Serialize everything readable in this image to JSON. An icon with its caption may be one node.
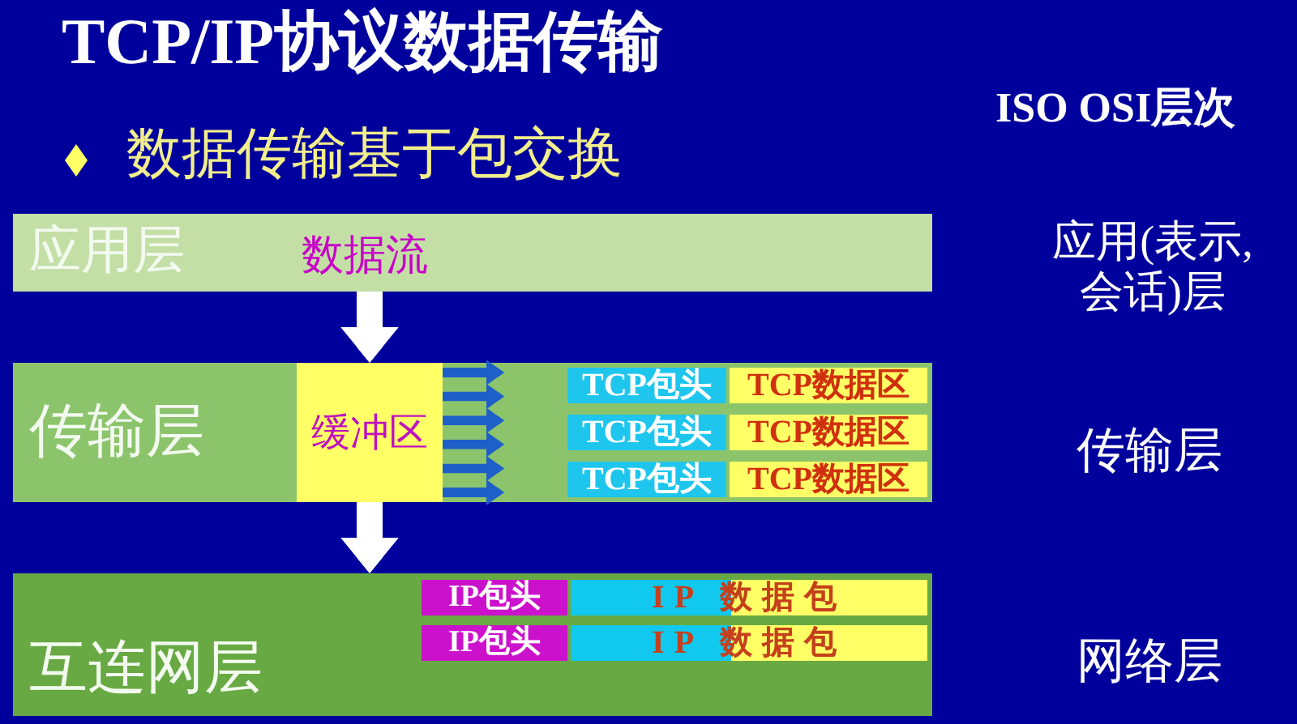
{
  "diagram": {
    "title": "TCP/IP协议数据传输",
    "nodes": [
      {
        "text": [
          "应用层",
          "数据流"
        ]
      },
      {
        "text": [
          "传输层"
        ]
      },
      {
        "text": [
          "缓冲区"
        ],
        "in": 1
      },
      {
        "text": [
          "TCP包头"
        ],
        "in": 1
      },
      {
        "text": [
          "TCP数据区"
        ],
        "in": 1
      },
      {
        "text": [
          "TCP包头"
        ],
        "in": 1
      },
      {
        "text": [
          "TCP数据区"
        ],
        "in": 1
      },
      {
        "text": [
          "TCP包头"
        ],
        "in": 1
      },
      {
        "text": [
          "TCP数据区"
        ],
        "in": 1
      },
      {
        "text": [
          "互连网层"
        ]
      },
      {
        "text": [
          "IP包头"
        ],
        "in": 9
      },
      {
        "text": [
          "IP 数据包"
        ],
        "in": 9
      },
      {
        "text": [
          "IP包头"
        ],
        "in": 9
      },
      {
        "text": [
          "IP 数据包"
        ],
        "in": 9
      }
    ],
    "edges": [
      {
        "from": 0,
        "to": 2,
        "arrow": "to",
        "style": "thick",
        "color": "#ffffff"
      },
      {
        "from": 2,
        "to": null,
        "arrow": "to"
      },
      {
        "from": 2,
        "to": null,
        "arrow": "to"
      },
      {
        "from": 2,
        "to": null,
        "arrow": "to"
      },
      {
        "from": 2,
        "to": null,
        "arrow": "to"
      },
      {
        "from": 2,
        "to": null,
        "arrow": "to"
      },
      {
        "from": 2,
        "to": null,
        "arrow": "to"
      },
      {
        "from": 2,
        "to": 9,
        "arrow": "to",
        "style": "thick",
        "color": "#ffffff"
      }
    ],
    "labels": [
      "数据传输基于包交换",
      "ISO OSI层次",
      "应用(表示,会话)层",
      "传输层",
      "网络层"
    ]
  }
}
